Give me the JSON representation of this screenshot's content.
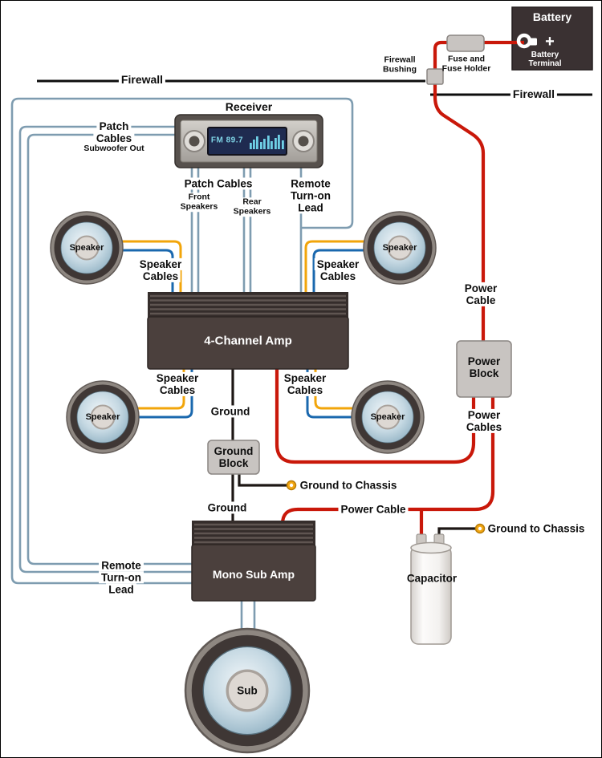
{
  "components": {
    "battery": {
      "name": "Battery",
      "terminal_line1": "Battery",
      "terminal_line2": "Terminal",
      "plus": "+"
    },
    "fuse_holder": {
      "line1": "Fuse and",
      "line2": "Fuse Holder"
    },
    "firewall_bushing": {
      "line1": "Firewall",
      "line2": "Bushing"
    },
    "firewall": "Firewall",
    "receiver": {
      "name": "Receiver",
      "display": "FM 89.7"
    },
    "amp_4channel": "4-Channel Amp",
    "mono_sub_amp": "Mono Sub Amp",
    "power_block": {
      "line1": "Power",
      "line2": "Block"
    },
    "ground_block": {
      "line1": "Ground",
      "line2": "Block"
    },
    "capacitor": "Capacitor",
    "speaker": "Speaker",
    "subwoofer": "Sub"
  },
  "wires": {
    "patch_cables_sub": {
      "line1": "Patch",
      "line2": "Cables",
      "line3": "Subwoofer Out"
    },
    "patch_cables": "Patch Cables",
    "front_speakers": {
      "line1": "Front",
      "line2": "Speakers"
    },
    "rear_speakers": {
      "line1": "Rear",
      "line2": "Speakers"
    },
    "remote_turn_on": {
      "line1": "Remote",
      "line2": "Turn-on",
      "line3": "Lead"
    },
    "speaker_cables": {
      "line1": "Speaker",
      "line2": "Cables"
    },
    "power_cable_vertical": {
      "line1": "Power",
      "line2": "Cable"
    },
    "power_cables": {
      "line1": "Power",
      "line2": "Cables"
    },
    "power_cable": "Power Cable",
    "ground": "Ground",
    "ground_to_chassis": "Ground to Chassis"
  },
  "colors": {
    "power_wire": "#c9180a",
    "signal_wire": "#7e9cb0",
    "speaker_wire_positive": "#f2a50a",
    "speaker_wire_negative": "#1a68ae",
    "ground_wire": "#1d1715",
    "amp_body": "#4b403d",
    "block_fill": "#c8c4c1",
    "battery_body": "#3a3132",
    "display_text": "#7fd4e6",
    "ring_terminal": "#f3a712"
  }
}
